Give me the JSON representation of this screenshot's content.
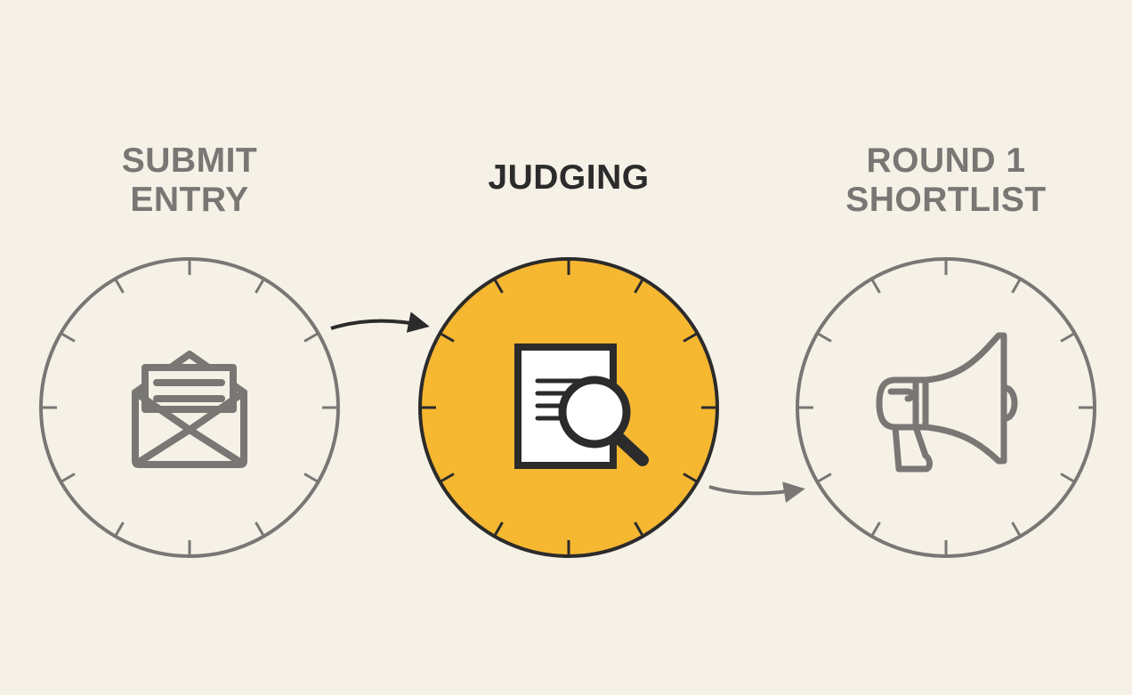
{
  "steps": [
    {
      "label_line1": "SUBMIT",
      "label_line2": "ENTRY",
      "icon": "open-envelope-icon",
      "state": "inactive"
    },
    {
      "label": "JUDGING",
      "icon": "document-magnifier-icon",
      "state": "active"
    },
    {
      "label_line1": "ROUND 1",
      "label_line2": "SHORTLIST",
      "icon": "megaphone-icon",
      "state": "inactive"
    }
  ],
  "colors": {
    "background": "#f6f1e7",
    "inactive": "#787774",
    "active_fill": "#f6b731",
    "active_stroke": "#2b2b2b"
  }
}
